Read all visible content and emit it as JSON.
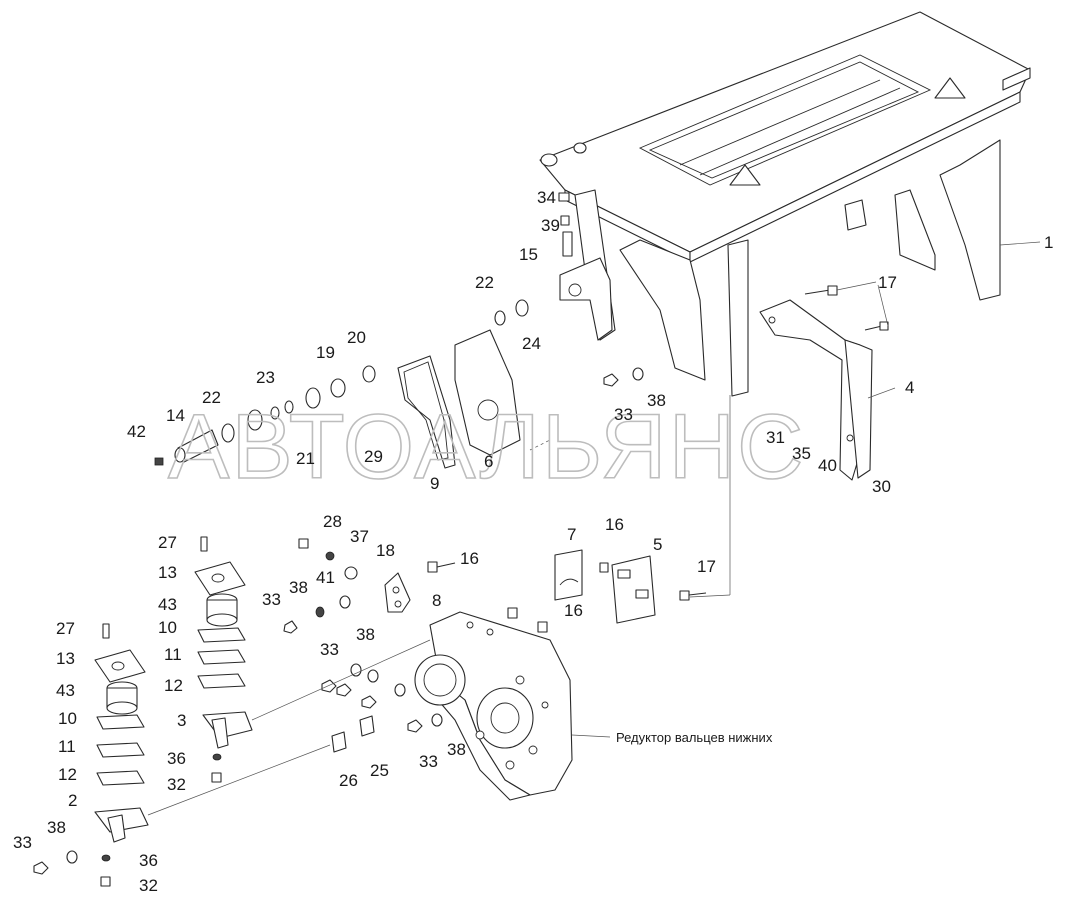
{
  "watermark": "АВТОАЛЬЯНС",
  "caption": "Редуктор вальцев нижних",
  "callouts": {
    "c1": "1",
    "c2": "2",
    "c3": "3",
    "c4": "4",
    "c5": "5",
    "c6": "6",
    "c7": "7",
    "c8": "8",
    "c9": "9",
    "c10a": "10",
    "c10b": "10",
    "c11a": "11",
    "c11b": "11",
    "c12a": "12",
    "c12b": "12",
    "c13a": "13",
    "c13b": "13",
    "c14": "14",
    "c15": "15",
    "c16a": "16",
    "c16b": "16",
    "c16c": "16",
    "c17a": "17",
    "c17b": "17",
    "c18": "18",
    "c19": "19",
    "c20": "20",
    "c21": "21",
    "c22a": "22",
    "c22b": "22",
    "c23": "23",
    "c24": "24",
    "c25": "25",
    "c26": "26",
    "c27a": "27",
    "c27b": "27",
    "c28": "28",
    "c29": "29",
    "c30": "30",
    "c31": "31",
    "c32a": "32",
    "c32b": "32",
    "c33a": "33",
    "c33b": "33",
    "c33c": "33",
    "c33d": "33",
    "c33e": "33",
    "c34": "34",
    "c35": "35",
    "c36a": "36",
    "c36b": "36",
    "c37": "37",
    "c38a": "38",
    "c38b": "38",
    "c38c": "38",
    "c38d": "38",
    "c38e": "38",
    "c39": "39",
    "c40": "40",
    "c41": "41",
    "c42": "42",
    "c43a": "43",
    "c43b": "43"
  }
}
